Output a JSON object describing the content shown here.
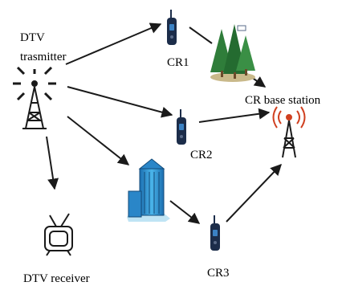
{
  "labels": {
    "dtv_transmitter_line1": "DTV",
    "dtv_transmitter_line2": "trasmitter",
    "cr1": "CR1",
    "cr2": "CR2",
    "cr3": "CR3",
    "cr_base_station": "CR base station",
    "dtv_receiver": "DTV receiver"
  },
  "icons": {
    "transmitter": "broadcast-tower-icon",
    "cognitive_radio": "handheld-radio-icon",
    "trees": "forest-icon",
    "building": "skyscraper-icon",
    "base_station": "cell-tower-icon",
    "receiver": "tv-antenna-icon"
  },
  "colors": {
    "arrow": "#1a1a1a",
    "radio_body": "#1c2d4a",
    "radio_accent": "#3b82c4",
    "tree_green": "#2f7d3a",
    "building_blue": "#3aa0d8",
    "signal_red": "#d04020"
  }
}
